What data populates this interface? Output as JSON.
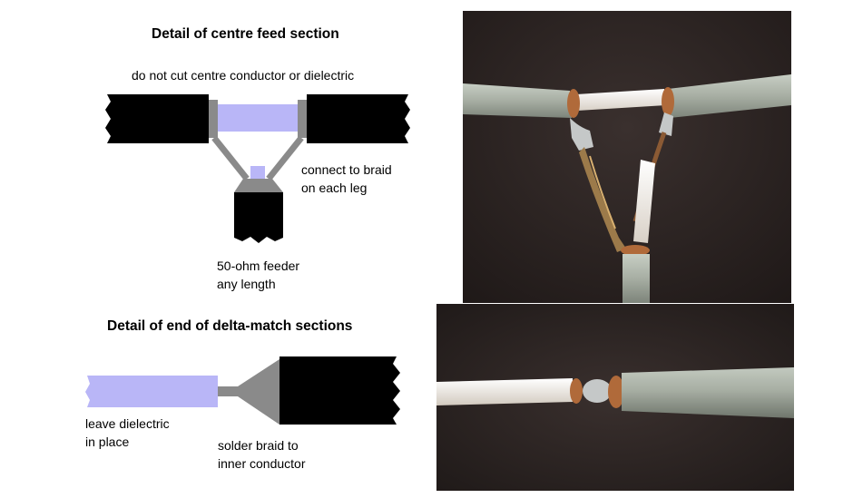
{
  "feed_section": {
    "title": "Detail of centre feed section",
    "note_top": "do not cut centre conductor or dielectric",
    "note_braid": [
      "connect to braid",
      "on each leg"
    ],
    "note_feeder": [
      "50-ohm feeder",
      "any length"
    ]
  },
  "end_section": {
    "title": "Detail of end of delta-match sections",
    "note_dielectric": [
      "leave dielectric",
      "in place"
    ],
    "note_solder": [
      "solder braid to",
      "inner conductor"
    ]
  },
  "colors": {
    "coax_jacket": "#000000",
    "dielectric": "#b9b6f7",
    "braid": "#8a8a8a",
    "photo_background": "#2a2322",
    "photo_cable_jacket": "#a7aea3",
    "photo_dielectric": "#ede7df",
    "photo_copper": "#b06a3a",
    "photo_solder": "#c5c8c8"
  }
}
